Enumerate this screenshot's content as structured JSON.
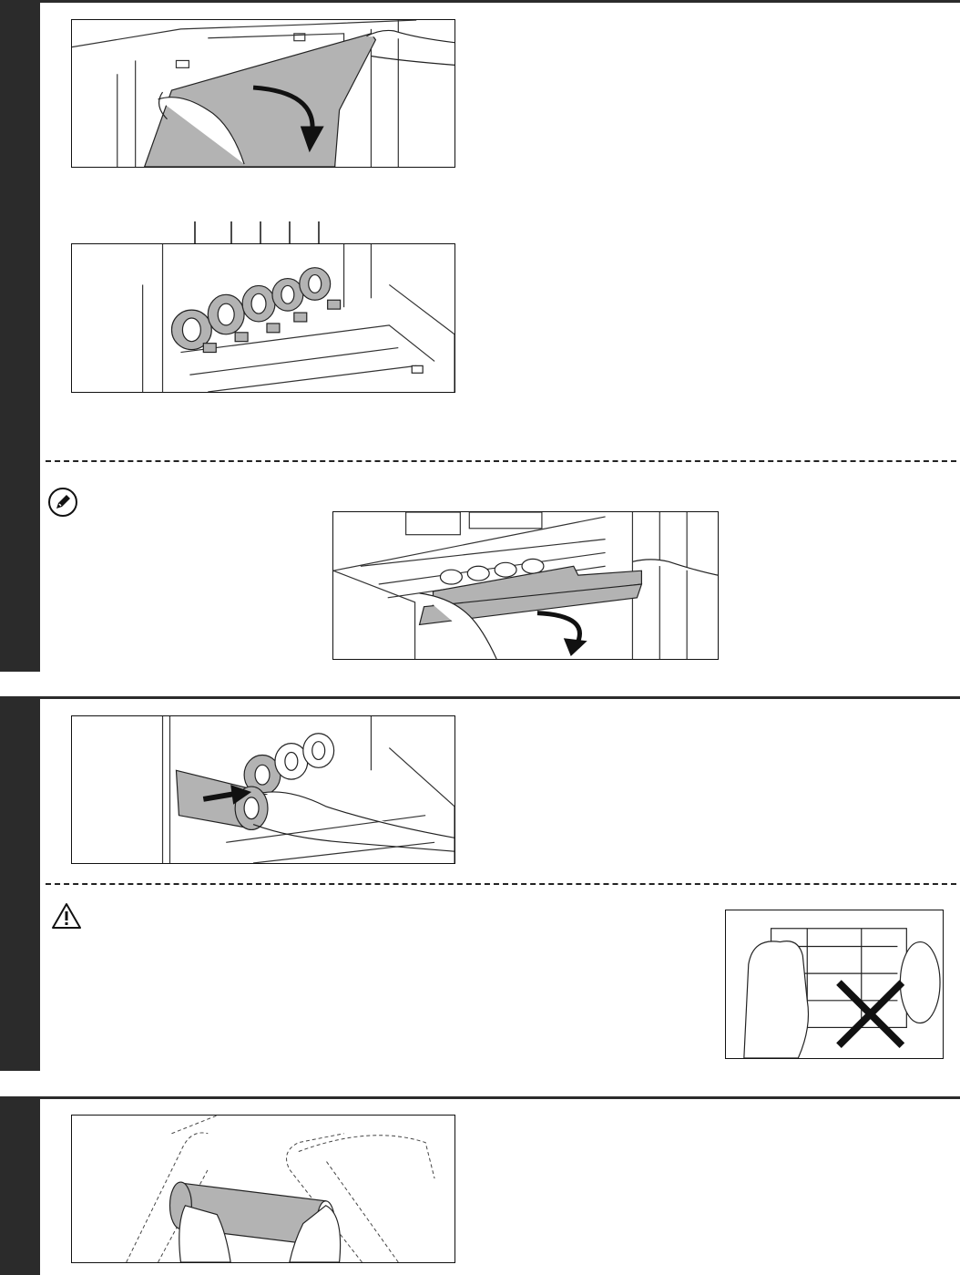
{
  "sections": [
    {
      "figures": [
        {
          "name": "front-cover-open",
          "arrow": "down"
        },
        {
          "name": "toner-cartridges-bay",
          "callout_count": 5
        }
      ],
      "note": {
        "icon": "pencil-note-icon",
        "figure": "front-cover-open-alt"
      }
    },
    {
      "figures": [
        {
          "name": "pull-out-cartridge"
        }
      ],
      "caution": {
        "icon": "warning-triangle-icon",
        "figure": "do-not-touch-cartridge"
      }
    },
    {
      "figures": [
        {
          "name": "shake-new-cartridge"
        }
      ]
    }
  ],
  "colors": {
    "sidebar": "#2b2b2b",
    "illustration_gray": "#b3b3b3",
    "line": "#222222"
  }
}
